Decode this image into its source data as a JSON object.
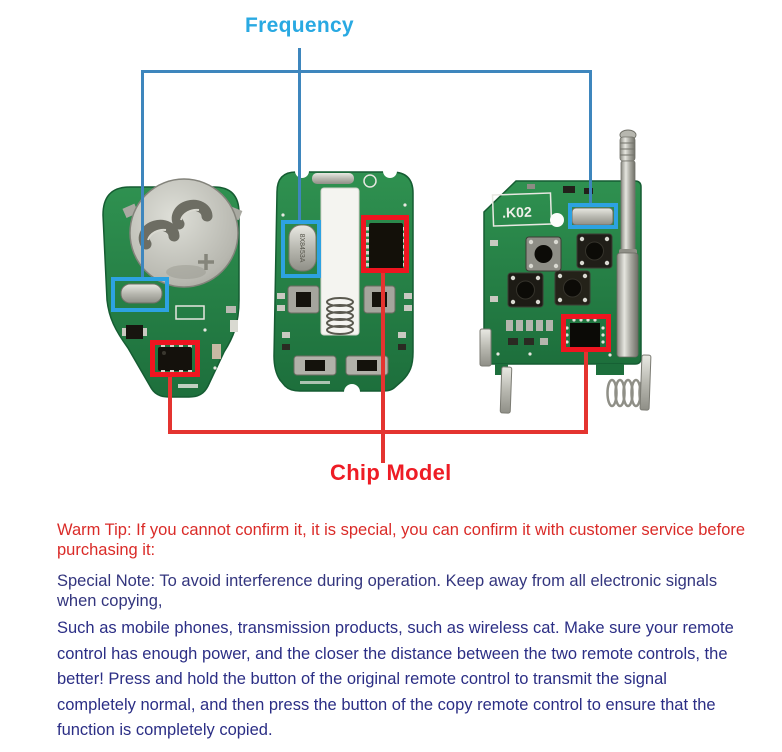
{
  "labels": {
    "frequency": "Frequency",
    "chip_model": "Chip Model"
  },
  "boards": {
    "right_silkscreen": ".K02",
    "middle_crystal_marking": "8X8453A"
  },
  "notes": {
    "warm_tip": "Warm Tip: If you cannot confirm it, it is special, you can confirm it with customer service before purchasing it:",
    "special_note": "Special Note: To avoid interference during operation. Keep away from all electronic signals when copying,",
    "body": "Such as mobile phones, transmission products, such as wireless cat. Make sure your remote control has enough power, and the closer the distance between the two remote controls, the better! Press and hold the button of the original remote control to transmit the signal completely normal, and then press the button of the copy remote control to ensure that the function is completely copied."
  },
  "colors": {
    "frequency_text": "#29a9e2",
    "frequency_highlight": "#2da2e2",
    "frequency_line": "#3e86bd",
    "chip_model_text": "#ee1c25",
    "chip_highlight": "#ef1520",
    "chip_line": "#e43430",
    "warm_tip_text": "#da2b28",
    "note_text": "#2b2e85",
    "pcb_green": "#27884a"
  }
}
